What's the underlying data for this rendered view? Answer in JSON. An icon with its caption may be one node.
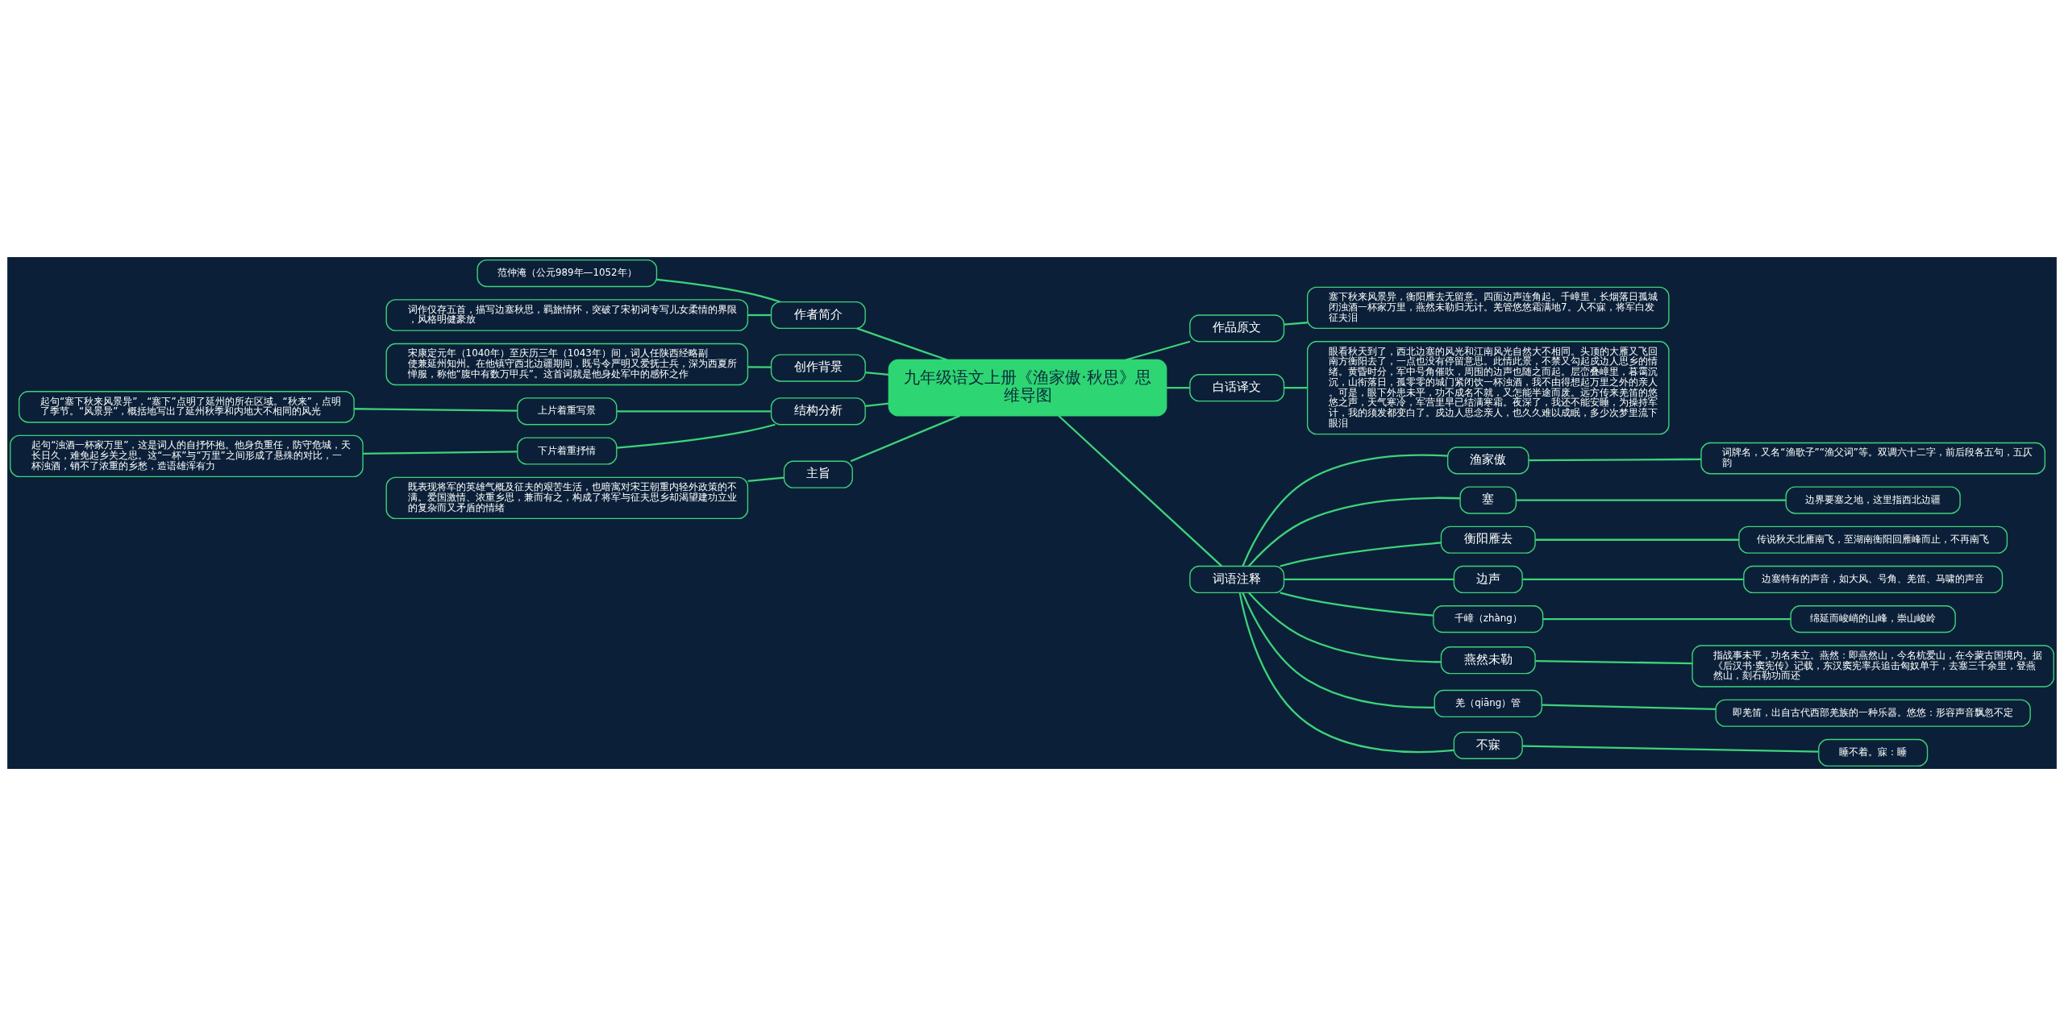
{
  "diagram": {
    "nodes": [
      {
        "text": [
          "九年级语文上册《渔家傲·秋思》思维导图"
        ]
      },
      {
        "text": [
          "作者简介"
        ]
      },
      {
        "text": [
          "范仲淹（公元989年—1052年）"
        ]
      },
      {
        "text": [
          "词作仅存五首，描写边塞秋思，羁旅情怀，突破了宋初词专写儿女柔情的界限，风格明健豪放"
        ]
      },
      {
        "text": [
          "创作背景"
        ]
      },
      {
        "text": [
          "宋康定元年（1040年）至庆历三年（1043年）间，词人任陕西经略副使兼延州知州。在他镇守西北边疆期间，既号令严明又爱抚士兵，深为西夏所惮服，称他“腹中有数万甲兵”。这首词就是他身处军中的感怀之作"
        ]
      },
      {
        "text": [
          "结构分析"
        ]
      },
      {
        "text": [
          "上片着重写景"
        ]
      },
      {
        "text": [
          "起句“塞下秋来风景异”，“塞下”点明了延州的所在区域。“秋来”，点明了季节。“风景异”，概括地写出了延州秋季和内地大不相同的风光"
        ]
      },
      {
        "text": [
          "下片着重抒情"
        ]
      },
      {
        "text": [
          "起句“浊酒一杯家万里”，这是词人的自抒怀抱。他身负重任，防守危城，天长日久，难免起乡关之思。这“一杯”与“万里”之间形成了悬殊的对比，一杯浊酒，销不了浓重的乡愁，造语雄浑有力"
        ]
      },
      {
        "text": [
          "主旨"
        ]
      },
      {
        "text": [
          "既表现将军的英雄气概及征夫的艰苦生活，也暗寓对宋王朝重内轻外政策的不满。爱国激情、浓重乡思，兼而有之，构成了将军与征夫思乡却渴望建功立业的复杂而又矛盾的情绪"
        ]
      },
      {
        "text": [
          "作品原文"
        ]
      },
      {
        "text": [
          "塞下秋来风景异，衡阳雁去无留意。四面边声连角起。千嶂里，长烟落日孤城闭浊酒一杯家万里，燕然未勒归无计。羌管悠悠霜满地7。人不寐，将军白发征夫泪"
        ]
      },
      {
        "text": [
          "白话译文"
        ]
      },
      {
        "text": [
          "眼看秋天到了，西北边塞的风光和江南风光自然大不相同。头顶的大雁又飞回南方衡阳去了，一点也没有停留意思。此情此景，不禁又勾起戍边人思乡的情绪。黄昏时分，军中号角催吹，周围的边声也随之而起。层峦叠嶂里，暮霭沉沉，山衔落日，孤零零的城门紧闭饮一杯浊酒，我不由得想起万里之外的亲人。可是，眼下外患未平，功不成名不就，又怎能半途而废。远方传来羌笛的悠悠之声，天气寒冷，军营里早已结满寒霜。夜深了，我还不能安睡，为操持军计，我的须发都变白了。戍边人思念亲人，也久久难以成眠，多少次梦里流下眼泪"
        ]
      },
      {
        "text": [
          "词语注释"
        ]
      },
      {
        "text": [
          "渔家傲"
        ]
      },
      {
        "text": [
          "词牌名，又名“渔歌子”“渔父词”等。双调六十二字，前后段各五句，五仄韵"
        ]
      },
      {
        "text": [
          "塞"
        ]
      },
      {
        "text": [
          "边界要塞之地，这里指西北边疆"
        ]
      },
      {
        "text": [
          "衡阳雁去"
        ]
      },
      {
        "text": [
          "传说秋天北雁南飞，至湖南衡阳回雁峰而止，不再南飞"
        ]
      },
      {
        "text": [
          "边声"
        ]
      },
      {
        "text": [
          "边塞特有的声音，如大风、号角、羌笛、马啸的声音"
        ]
      },
      {
        "text": [
          "千嶂（zhàng）"
        ]
      },
      {
        "text": [
          "绵延而峻峭的山峰，崇山峻岭"
        ]
      },
      {
        "text": [
          "燕然未勒"
        ]
      },
      {
        "text": [
          "指战事未平，功名未立。燕然：即燕然山，今名杭爱山，在今蒙古国境内。据《后汉书·窦宪传》记载，东汉窦宪率兵追击匈奴单于，去塞三千余里，登燕然山，刻石勒功而还"
        ]
      },
      {
        "text": [
          "羌（qiāng）管"
        ]
      },
      {
        "text": [
          "即羌笛，出自古代西部羌族的一种乐器。悠悠：形容声音飘忽不定"
        ]
      },
      {
        "text": [
          "不寐"
        ]
      },
      {
        "text": [
          "睡不着。寐：睡"
        ]
      }
    ],
    "edges": [
      {
        "from": 0,
        "to": 1,
        "arrow": "none"
      },
      {
        "from": 1,
        "to": 2,
        "arrow": "none"
      },
      {
        "from": 1,
        "to": 3,
        "arrow": "none"
      },
      {
        "from": 0,
        "to": 4,
        "arrow": "none"
      },
      {
        "from": 4,
        "to": 5,
        "arrow": "none"
      },
      {
        "from": 0,
        "to": 6,
        "arrow": "none"
      },
      {
        "from": 6,
        "to": 7,
        "arrow": "none"
      },
      {
        "from": 7,
        "to": 8,
        "arrow": "none"
      },
      {
        "from": 6,
        "to": 9,
        "arrow": "none"
      },
      {
        "from": 9,
        "to": 10,
        "arrow": "none"
      },
      {
        "from": 0,
        "to": 11,
        "arrow": "none"
      },
      {
        "from": 11,
        "to": 12,
        "arrow": "none"
      },
      {
        "from": 0,
        "to": 13,
        "arrow": "none"
      },
      {
        "from": 13,
        "to": 14,
        "arrow": "none"
      },
      {
        "from": 0,
        "to": 15,
        "arrow": "none"
      },
      {
        "from": 15,
        "to": 16,
        "arrow": "none"
      },
      {
        "from": 0,
        "to": 17,
        "arrow": "none"
      },
      {
        "from": 17,
        "to": 18,
        "arrow": "none"
      },
      {
        "from": 18,
        "to": 19,
        "arrow": "none"
      },
      {
        "from": 17,
        "to": 20,
        "arrow": "none"
      },
      {
        "from": 20,
        "to": 21,
        "arrow": "none"
      },
      {
        "from": 17,
        "to": 22,
        "arrow": "none"
      },
      {
        "from": 22,
        "to": 23,
        "arrow": "none"
      },
      {
        "from": 17,
        "to": 24,
        "arrow": "none"
      },
      {
        "from": 24,
        "to": 25,
        "arrow": "none"
      },
      {
        "from": 17,
        "to": 26,
        "arrow": "none"
      },
      {
        "from": 26,
        "to": 27,
        "arrow": "none"
      },
      {
        "from": 17,
        "to": 28,
        "arrow": "none"
      },
      {
        "from": 28,
        "to": 29,
        "arrow": "none"
      },
      {
        "from": 17,
        "to": 30,
        "arrow": "none"
      },
      {
        "from": 30,
        "to": 31,
        "arrow": "none"
      },
      {
        "from": 17,
        "to": 32,
        "arrow": "none"
      },
      {
        "from": 32,
        "to": 33,
        "arrow": "none"
      }
    ]
  }
}
